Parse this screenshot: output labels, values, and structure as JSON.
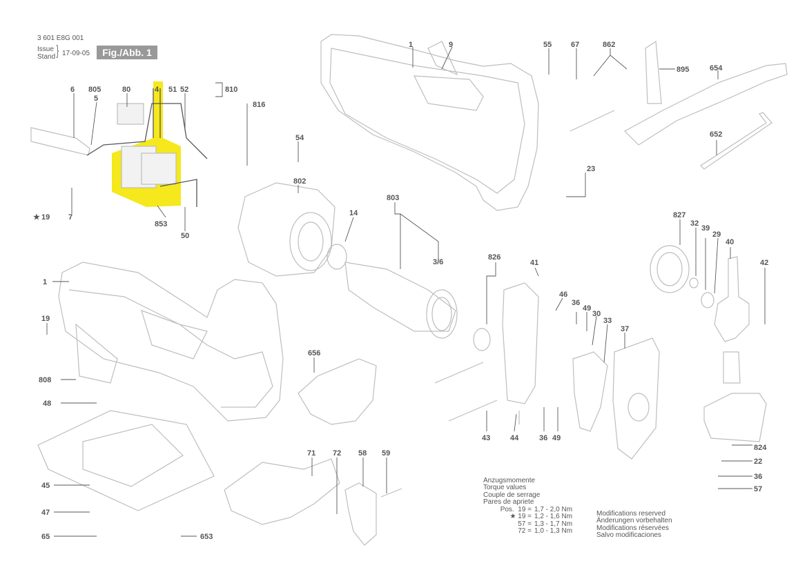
{
  "header": {
    "part_number": "3 601 E8G 001",
    "issue_label": "Issue",
    "stand_label": "Stand",
    "date": "17-09-05",
    "figure": "Fig./Abb. 1"
  },
  "labels": {
    "l1a": "1",
    "l9": "9",
    "l55": "55",
    "l67": "67",
    "l862": "862",
    "l895": "895",
    "l654": "654",
    "l6": "6",
    "l805": "805",
    "l5": "5",
    "l80": "80",
    "l4": "4",
    "l51": "51",
    "l52": "52",
    "l810": "810",
    "l816": "816",
    "l54": "54",
    "l652": "652",
    "l23": "23",
    "l802": "802",
    "l19a": "19",
    "l7": "7",
    "l853": "853",
    "l50": "50",
    "l14": "14",
    "l803": "803",
    "l36_6": "3/6",
    "l827": "827",
    "l32": "32",
    "l39": "39",
    "l29": "29",
    "l40": "40",
    "l42": "42",
    "l826": "826",
    "l41": "41",
    "l46": "46",
    "l36a": "36",
    "l49a": "49",
    "l30": "30",
    "l33": "33",
    "l37": "37",
    "l1b": "1",
    "l19b": "19",
    "l656": "656",
    "l808": "808",
    "l48": "48",
    "l45": "45",
    "l47": "47",
    "l65": "65",
    "l653": "653",
    "l71": "71",
    "l72": "72",
    "l58": "58",
    "l59": "59",
    "l43": "43",
    "l44": "44",
    "l36b": "36",
    "l49b": "49",
    "l824": "824",
    "l22": "22",
    "l36c": "36",
    "l57": "57"
  },
  "star_label": "19",
  "torque": {
    "lines": [
      "Anzugsmomente",
      "Torque values",
      "Couple de serrage",
      "Pares de apriete"
    ],
    "values": [
      {
        "pos": "Pos.  19 =",
        "val": "1,7 - 2,0 Nm"
      },
      {
        "pos": "★ 19 =",
        "val": "1,2 - 1,6 Nm"
      },
      {
        "pos": "57 =",
        "val": "1,3 - 1,7 Nm"
      },
      {
        "pos": "72 =",
        "val": "1,0 - 1,3 Nm"
      }
    ]
  },
  "modifications": [
    "Modifications reserved",
    "Änderungen vorbehalten",
    "Modifications réservées",
    "Salvo modificaciones"
  ],
  "colors": {
    "highlight": "#f5e81c",
    "line": "#555555",
    "part": "#bdbdbd",
    "figure_box": "#999999"
  }
}
